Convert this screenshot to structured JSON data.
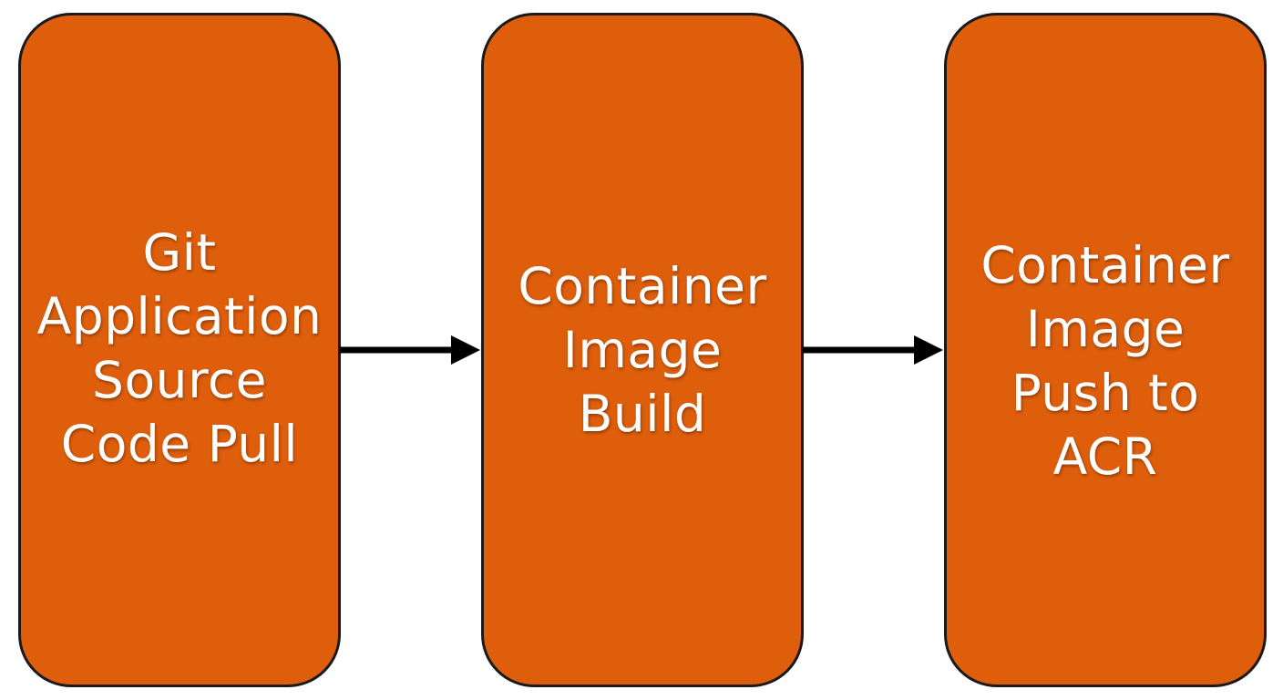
{
  "steps": [
    {
      "lines": [
        "Git",
        "Application",
        "Source",
        "Code Pull"
      ]
    },
    {
      "lines": [
        "Container",
        "Image",
        "Build"
      ]
    },
    {
      "lines": [
        "Container",
        "Image",
        "Push to",
        "ACR"
      ]
    }
  ],
  "colors": {
    "box_fill": "#de5e0c",
    "box_border": "#1a1a1a",
    "text": "#ffffff",
    "arrow": "#000000"
  }
}
